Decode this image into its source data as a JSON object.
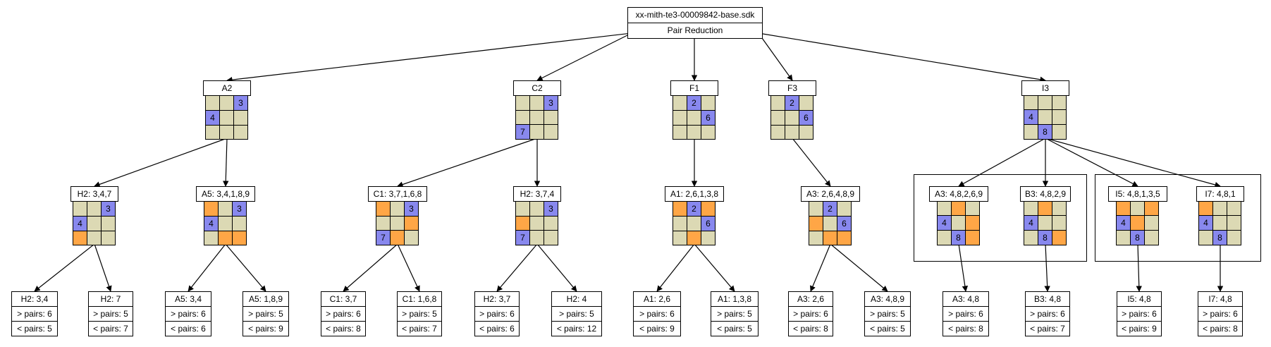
{
  "colors": {
    "empty": "#dcd9b4",
    "given": "#8888ee",
    "cand": "#ffa646",
    "edge": "#000000"
  },
  "nodes": [
    {
      "id": "root",
      "labels": [
        "xx-mith-te3-00009842-base.sdk",
        "Pair Reduction"
      ]
    },
    {
      "id": "A2",
      "labels": [
        "A2"
      ],
      "grid": [
        [
          "e",
          ""
        ],
        [
          "e",
          ""
        ],
        [
          "g",
          "3"
        ],
        [
          "g",
          "4"
        ],
        [
          "e",
          ""
        ],
        [
          "e",
          ""
        ],
        [
          "e",
          ""
        ],
        [
          "e",
          ""
        ],
        [
          "e",
          ""
        ]
      ]
    },
    {
      "id": "C2",
      "labels": [
        "C2"
      ],
      "grid": [
        [
          "e",
          ""
        ],
        [
          "e",
          ""
        ],
        [
          "g",
          "3"
        ],
        [
          "e",
          ""
        ],
        [
          "e",
          ""
        ],
        [
          "e",
          ""
        ],
        [
          "g",
          "7"
        ],
        [
          "e",
          ""
        ],
        [
          "e",
          ""
        ]
      ]
    },
    {
      "id": "F1",
      "labels": [
        "F1"
      ],
      "grid": [
        [
          "e",
          ""
        ],
        [
          "g",
          "2"
        ],
        [
          "e",
          ""
        ],
        [
          "e",
          ""
        ],
        [
          "e",
          ""
        ],
        [
          "g",
          "6"
        ],
        [
          "e",
          ""
        ],
        [
          "e",
          ""
        ],
        [
          "e",
          ""
        ]
      ]
    },
    {
      "id": "F3",
      "labels": [
        "F3"
      ],
      "grid": [
        [
          "e",
          ""
        ],
        [
          "g",
          "2"
        ],
        [
          "e",
          ""
        ],
        [
          "e",
          ""
        ],
        [
          "e",
          ""
        ],
        [
          "g",
          "6"
        ],
        [
          "e",
          ""
        ],
        [
          "e",
          ""
        ],
        [
          "e",
          ""
        ]
      ]
    },
    {
      "id": "I3",
      "labels": [
        "I3"
      ],
      "grid": [
        [
          "e",
          ""
        ],
        [
          "e",
          ""
        ],
        [
          "e",
          ""
        ],
        [
          "g",
          "4"
        ],
        [
          "e",
          ""
        ],
        [
          "e",
          ""
        ],
        [
          "e",
          ""
        ],
        [
          "g",
          "8"
        ],
        [
          "e",
          ""
        ]
      ]
    },
    {
      "id": "H2a",
      "labels": [
        "H2: 3,4,7"
      ],
      "grid": [
        [
          "e",
          ""
        ],
        [
          "e",
          ""
        ],
        [
          "g",
          "3"
        ],
        [
          "g",
          "4"
        ],
        [
          "e",
          ""
        ],
        [
          "e",
          ""
        ],
        [
          "c",
          ""
        ],
        [
          "e",
          ""
        ],
        [
          "e",
          ""
        ]
      ]
    },
    {
      "id": "A5a",
      "labels": [
        "A5: 3,4,1,8,9"
      ],
      "grid": [
        [
          "c",
          ""
        ],
        [
          "e",
          ""
        ],
        [
          "g",
          "3"
        ],
        [
          "g",
          "4"
        ],
        [
          "e",
          ""
        ],
        [
          "e",
          ""
        ],
        [
          "e",
          ""
        ],
        [
          "c",
          ""
        ],
        [
          "c",
          ""
        ]
      ]
    },
    {
      "id": "C1a",
      "labels": [
        "C1: 3,7,1,6,8"
      ],
      "grid": [
        [
          "c",
          ""
        ],
        [
          "e",
          ""
        ],
        [
          "g",
          "3"
        ],
        [
          "e",
          ""
        ],
        [
          "e",
          ""
        ],
        [
          "c",
          ""
        ],
        [
          "g",
          "7"
        ],
        [
          "c",
          ""
        ],
        [
          "e",
          ""
        ]
      ]
    },
    {
      "id": "H2b",
      "labels": [
        "H2: 3,7,4"
      ],
      "grid": [
        [
          "e",
          ""
        ],
        [
          "e",
          ""
        ],
        [
          "g",
          "3"
        ],
        [
          "c",
          ""
        ],
        [
          "e",
          ""
        ],
        [
          "e",
          ""
        ],
        [
          "g",
          "7"
        ],
        [
          "e",
          ""
        ],
        [
          "e",
          ""
        ]
      ]
    },
    {
      "id": "A1a",
      "labels": [
        "A1: 2,6,1,3,8"
      ],
      "grid": [
        [
          "c",
          ""
        ],
        [
          "g",
          "2"
        ],
        [
          "c",
          ""
        ],
        [
          "e",
          ""
        ],
        [
          "e",
          ""
        ],
        [
          "g",
          "6"
        ],
        [
          "e",
          ""
        ],
        [
          "c",
          ""
        ],
        [
          "e",
          ""
        ]
      ]
    },
    {
      "id": "A3a",
      "labels": [
        "A3: 2,6,4,8,9"
      ],
      "grid": [
        [
          "e",
          ""
        ],
        [
          "g",
          "2"
        ],
        [
          "e",
          ""
        ],
        [
          "c",
          ""
        ],
        [
          "e",
          ""
        ],
        [
          "g",
          "6"
        ],
        [
          "e",
          ""
        ],
        [
          "c",
          ""
        ],
        [
          "c",
          ""
        ]
      ]
    },
    {
      "id": "A3b",
      "labels": [
        "A3: 4,8,2,6,9"
      ],
      "grid": [
        [
          "e",
          ""
        ],
        [
          "c",
          ""
        ],
        [
          "e",
          ""
        ],
        [
          "g",
          "4"
        ],
        [
          "e",
          ""
        ],
        [
          "c",
          ""
        ],
        [
          "e",
          ""
        ],
        [
          "g",
          "8"
        ],
        [
          "c",
          ""
        ]
      ]
    },
    {
      "id": "B3a",
      "labels": [
        "B3: 4,8,2,9"
      ],
      "grid": [
        [
          "e",
          ""
        ],
        [
          "c",
          ""
        ],
        [
          "e",
          ""
        ],
        [
          "g",
          "4"
        ],
        [
          "e",
          ""
        ],
        [
          "e",
          ""
        ],
        [
          "e",
          ""
        ],
        [
          "g",
          "8"
        ],
        [
          "c",
          ""
        ]
      ]
    },
    {
      "id": "I5a",
      "labels": [
        "I5: 4,8,1,3,5"
      ],
      "grid": [
        [
          "c",
          ""
        ],
        [
          "e",
          ""
        ],
        [
          "c",
          ""
        ],
        [
          "g",
          "4"
        ],
        [
          "c",
          ""
        ],
        [
          "e",
          ""
        ],
        [
          "e",
          ""
        ],
        [
          "g",
          "8"
        ],
        [
          "e",
          ""
        ]
      ]
    },
    {
      "id": "I7a",
      "labels": [
        "I7: 4,8,1"
      ],
      "grid": [
        [
          "c",
          ""
        ],
        [
          "e",
          ""
        ],
        [
          "e",
          ""
        ],
        [
          "g",
          "4"
        ],
        [
          "e",
          ""
        ],
        [
          "e",
          ""
        ],
        [
          "e",
          ""
        ],
        [
          "g",
          "8"
        ],
        [
          "e",
          ""
        ]
      ]
    },
    {
      "id": "L1",
      "labels": [
        "H2: 3,4",
        "> pairs: 6",
        "< pairs: 5"
      ]
    },
    {
      "id": "L2",
      "labels": [
        "H2: 7",
        "> pairs: 5",
        "< pairs: 7"
      ]
    },
    {
      "id": "L3",
      "labels": [
        "A5: 3,4",
        "> pairs: 6",
        "< pairs: 6"
      ]
    },
    {
      "id": "L4",
      "labels": [
        "A5: 1,8,9",
        "> pairs: 5",
        "< pairs: 9"
      ]
    },
    {
      "id": "L5",
      "labels": [
        "C1: 3,7",
        "> pairs: 6",
        "< pairs: 8"
      ]
    },
    {
      "id": "L6",
      "labels": [
        "C1: 1,6,8",
        "> pairs: 5",
        "< pairs: 7"
      ]
    },
    {
      "id": "L7",
      "labels": [
        "H2: 3,7",
        "> pairs: 6",
        "< pairs: 6"
      ]
    },
    {
      "id": "L8",
      "labels": [
        "H2: 4",
        "> pairs: 5",
        "< pairs: 12"
      ]
    },
    {
      "id": "L9",
      "labels": [
        "A1: 2,6",
        "> pairs: 6",
        "< pairs: 9"
      ]
    },
    {
      "id": "L10",
      "labels": [
        "A1: 1,3,8",
        "> pairs: 5",
        "< pairs: 5"
      ]
    },
    {
      "id": "L11",
      "labels": [
        "A3: 2,6",
        "> pairs: 6",
        "< pairs: 8"
      ]
    },
    {
      "id": "L12",
      "labels": [
        "A3: 4,8,9",
        "> pairs: 5",
        "< pairs: 5"
      ]
    },
    {
      "id": "L13",
      "labels": [
        "A3: 4,8",
        "> pairs: 6",
        "< pairs: 8"
      ]
    },
    {
      "id": "L14",
      "labels": [
        "B3: 4,8",
        "> pairs: 6",
        "< pairs: 7"
      ]
    },
    {
      "id": "L15",
      "labels": [
        "I5: 4,8",
        "> pairs: 6",
        "< pairs: 9"
      ]
    },
    {
      "id": "L16",
      "labels": [
        "I7: 4,8",
        "> pairs: 6",
        "< pairs: 8"
      ]
    }
  ],
  "edges": [
    [
      "root",
      "A2"
    ],
    [
      "root",
      "C2"
    ],
    [
      "root",
      "F1"
    ],
    [
      "root",
      "F3"
    ],
    [
      "root",
      "I3"
    ],
    [
      "A2",
      "H2a"
    ],
    [
      "A2",
      "A5a"
    ],
    [
      "C2",
      "C1a"
    ],
    [
      "C2",
      "H2b"
    ],
    [
      "F1",
      "A1a"
    ],
    [
      "F3",
      "A3a"
    ],
    [
      "I3",
      "A3b"
    ],
    [
      "I3",
      "B3a"
    ],
    [
      "I3",
      "I5a"
    ],
    [
      "I3",
      "I7a"
    ],
    [
      "H2a",
      "L1"
    ],
    [
      "H2a",
      "L2"
    ],
    [
      "A5a",
      "L3"
    ],
    [
      "A5a",
      "L4"
    ],
    [
      "C1a",
      "L5"
    ],
    [
      "C1a",
      "L6"
    ],
    [
      "H2b",
      "L7"
    ],
    [
      "H2b",
      "L8"
    ],
    [
      "A1a",
      "L9"
    ],
    [
      "A1a",
      "L10"
    ],
    [
      "A3a",
      "L11"
    ],
    [
      "A3a",
      "L12"
    ],
    [
      "A3b",
      "L13"
    ],
    [
      "B3a",
      "L14"
    ],
    [
      "I5a",
      "L15"
    ],
    [
      "I7a",
      "L16"
    ]
  ]
}
